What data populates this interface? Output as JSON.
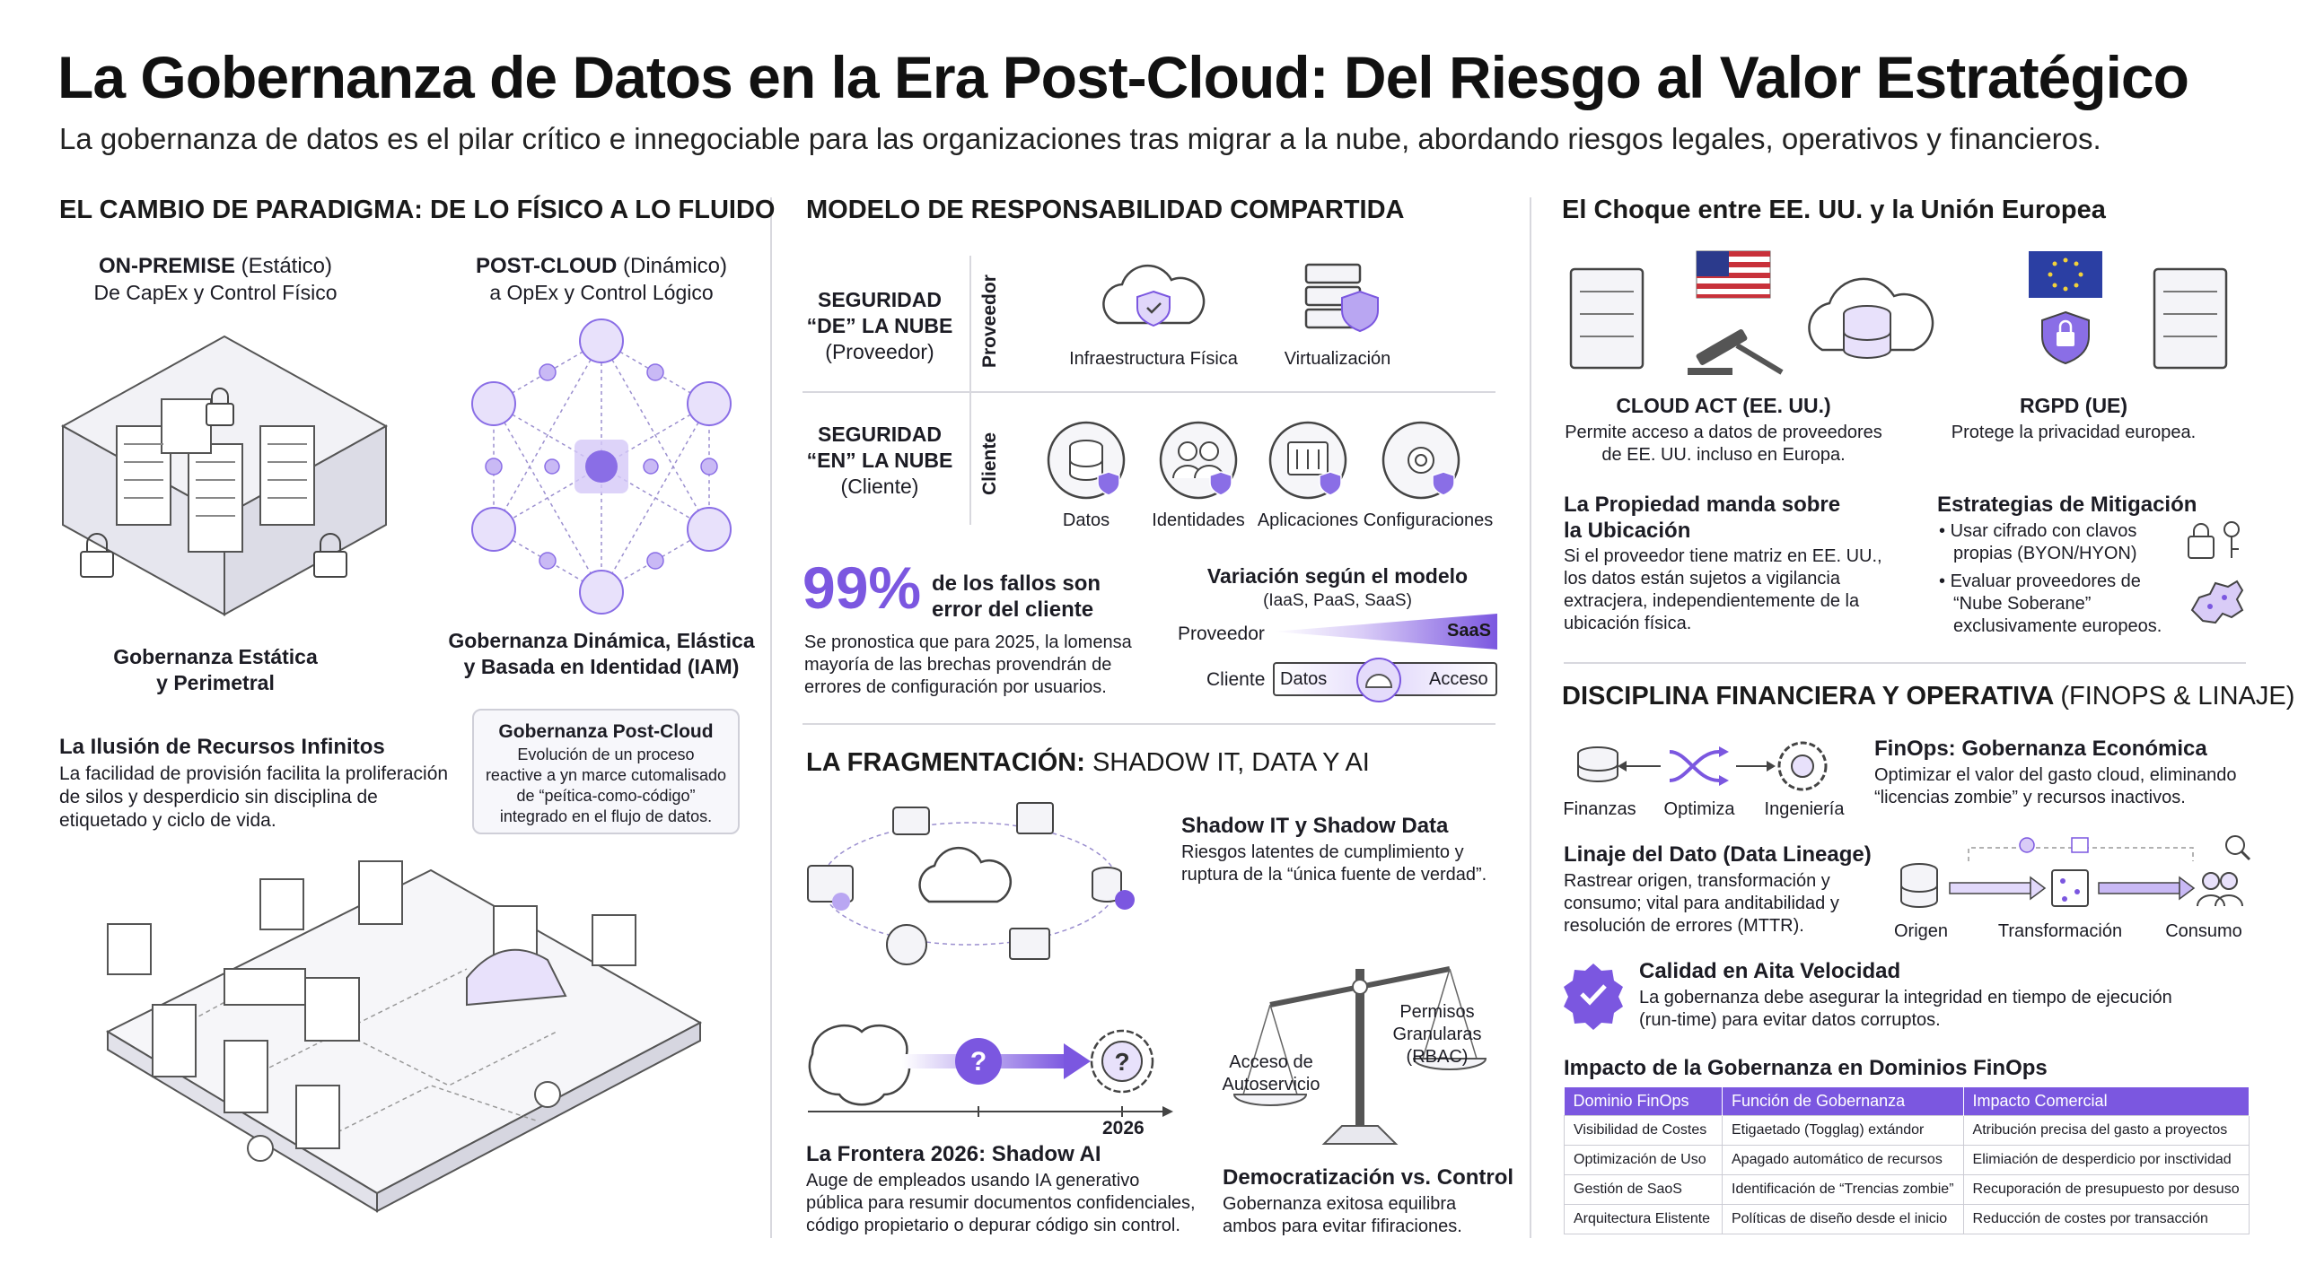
{
  "header": {
    "title": "La Gobernanza de Datos en la Era Post-Cloud: Del Riesgo al Valor Estratégico",
    "subtitle": "La gobernanza de datos es el pilar crítico e innegociable para las organizaciones tras migrar a la nube, abordando riesgos legales, operativos y financieros."
  },
  "paradigm": {
    "heading": "EL CAMBIO DE PARADIGMA: DE LO FÍSICO A LO FLUIDO",
    "onprem_title": "ON-PREMISE",
    "onprem_state": "(Estático)",
    "onprem_sub": "De CapEx y Control Físico",
    "postcloud_title": "POST-CLOUD",
    "postcloud_state": "(Dinámico)",
    "postcloud_sub": "a OpEx y Control Lógico",
    "static_label_1": "Gobernanza Estática",
    "static_label_2": "y Perimetral",
    "dynamic_label_1": "Gobernanza Dinámica, Elástica",
    "dynamic_label_2": "y Basada en Identidad (IAM)",
    "illusion_title": "La Ilusión de Recursos Infinitos",
    "illusion_l1": "La facilidad de provisión facilita la proliferación",
    "illusion_l2": "de silos y desperdicio sin disciplina de",
    "illusion_l3": "etiquetado y ciclo de vida.",
    "callout_title": "Gobernanza Post-Cloud",
    "callout_l1": "Evolución de un proceso",
    "callout_l2": "reactive a yn marce cutomalisado",
    "callout_l3": "de “peítica-como-código”",
    "callout_l4": "integrado en el flujo de datos."
  },
  "shared": {
    "heading": "MODELO DE RESPONSABILIDAD COMPARTIDA",
    "of_l1": "SEGURIDAD",
    "of_l2": "“DE” LA NUBE",
    "of_l3": "(Proveedor)",
    "of_side": "Proveedor",
    "infra": "Infraestructura Física",
    "virt": "Virtualización",
    "in_l1": "SEGURIDAD",
    "in_l2": "“EN” LA NUBE",
    "in_l3": "(Cliente)",
    "in_side": "Cliente",
    "datos": "Datos",
    "ident": "Identidades",
    "apps": "Aplicaciones",
    "config": "Configuraciones",
    "stat": "99%",
    "stat_l1": "de los fallos son",
    "stat_l2": "error del cliente",
    "stat_d1": "Se pronostica que para 2025, la lomensa",
    "stat_d2": "mayoría de las brechas provendrán de",
    "stat_d3": "errores de configuración por usuarios.",
    "var_title": "Variación según el modelo",
    "var_sub": "(IaaS, PaaS, SaaS)",
    "prov": "Proveedor",
    "saas": "SaaS",
    "cliente": "Cliente",
    "bar_datos": "Datos",
    "bar_acceso": "Acceso"
  },
  "frag": {
    "heading_bold": "LA FRAGMENTACIÓN:",
    "heading_light": "SHADOW IT, DATA Y AI",
    "shadow_title": "Shadow IT y Shadow Data",
    "shadow_l1": "Riesgos latentes de cumplimiento y",
    "shadow_l2": "ruptura de la “única fuente de verdad”.",
    "year": "2026",
    "ai_title": "La Frontera 2026: Shadow AI",
    "ai_l1": "Auge de empleados usando IA generativo",
    "ai_l2": "pública para resumir documentos confidenciales,",
    "ai_l3": "código propietario o depurar código sin control.",
    "scale_left_1": "Acceso de",
    "scale_left_2": "Autoservicio",
    "scale_right_1": "Permisos",
    "scale_right_2": "Granularas",
    "scale_right_3": "(RBAC)",
    "demo_title": "Democratización vs. Control",
    "demo_l1": "Gobernanza exitosa equilibra",
    "demo_l2": "ambos para evitar fifiraciones."
  },
  "clash": {
    "heading": "El Choque entre EE. UU. y la Unión Europea",
    "cloud_act": "CLOUD ACT (EE. UU.)",
    "cloud_act_l1": "Permite acceso a datos de proveedores",
    "cloud_act_l2": "de EE. UU. incluso en Europa.",
    "rgpd": "RGPD (UE)",
    "rgpd_l1": "Protege la privacidad europea.",
    "prop_t1": "La Propiedad manda sobre",
    "prop_t2": "la Ubicación",
    "prop_l1": "Si el proveedor tiene matriz en EE. UU.,",
    "prop_l2": "los datos están sujetos a vigilancia",
    "prop_l3": "extracjera, independientemente de la",
    "prop_l4": "ubicación física.",
    "mit_title": "Estrategias de Mitigación",
    "mit_b1_l1": "Usar cifrado con clavos",
    "mit_b1_l2": "propias (BYON/HYON)",
    "mit_b2_l1": "Evaluar proveedores de",
    "mit_b2_l2": "“Nube Soberane”",
    "mit_b2_l3": "exclusivamente europeos."
  },
  "finops": {
    "heading_bold": "DISCIPLINA FINANCIERA Y OPERATIVA",
    "heading_light": "(FINOPS & LINAJE)",
    "finanzas": "Finanzas",
    "optimiza": "Optimiza",
    "ingenieria": "Ingeniería",
    "eco_title": "FinOps: Gobernanza Económica",
    "eco_l1": "Optimizar el valor del gasto cloud, eliminando",
    "eco_l2": "“licencias zombie” y recursos inactivos.",
    "lin_title": "Linaje del Dato (Data Lineage)",
    "lin_l1": "Rastrear origen, transformación y",
    "lin_l2": "consumo; vital para anditabilidad y",
    "lin_l3": "resolución de errores (MTTR).",
    "origen": "Origen",
    "transf": "Transformación",
    "consumo": "Consumo",
    "cal_title": "Calidad en Aita Velocidad",
    "cal_l1": "La gobernanza debe asegurar la integridad en tiempo de ejecución",
    "cal_l2": "(run-time) para evitar datos corruptos.",
    "table_title": "Impacto de la Gobernanza en Dominios FinOps",
    "table_headers": [
      "Dominio FinOps",
      "Función de Gobernanza",
      "Impacto Comercial"
    ],
    "table_rows": [
      [
        "Visibilidad de Costes",
        "Etigaetado (Togglag) extándor",
        "Atribución precisa del gasto a proyectos"
      ],
      [
        "Optimización de Uso",
        "Apagado automático de recursos",
        "Elimiación de desperdicio por insctividad"
      ],
      [
        "Gestión de SaoS",
        "Identificación de “Trencias zombie”",
        "Recuporación de presupuesto por desuso"
      ],
      [
        "Arquitectura Elistente",
        "Políticas de diseño desde el inicio",
        "Reducción de costes por transacción"
      ]
    ]
  },
  "colors": {
    "accent": "#7b57e0",
    "accent_light": "#d9ccf7",
    "text": "#1c1c24",
    "divider": "#d8d8de"
  }
}
